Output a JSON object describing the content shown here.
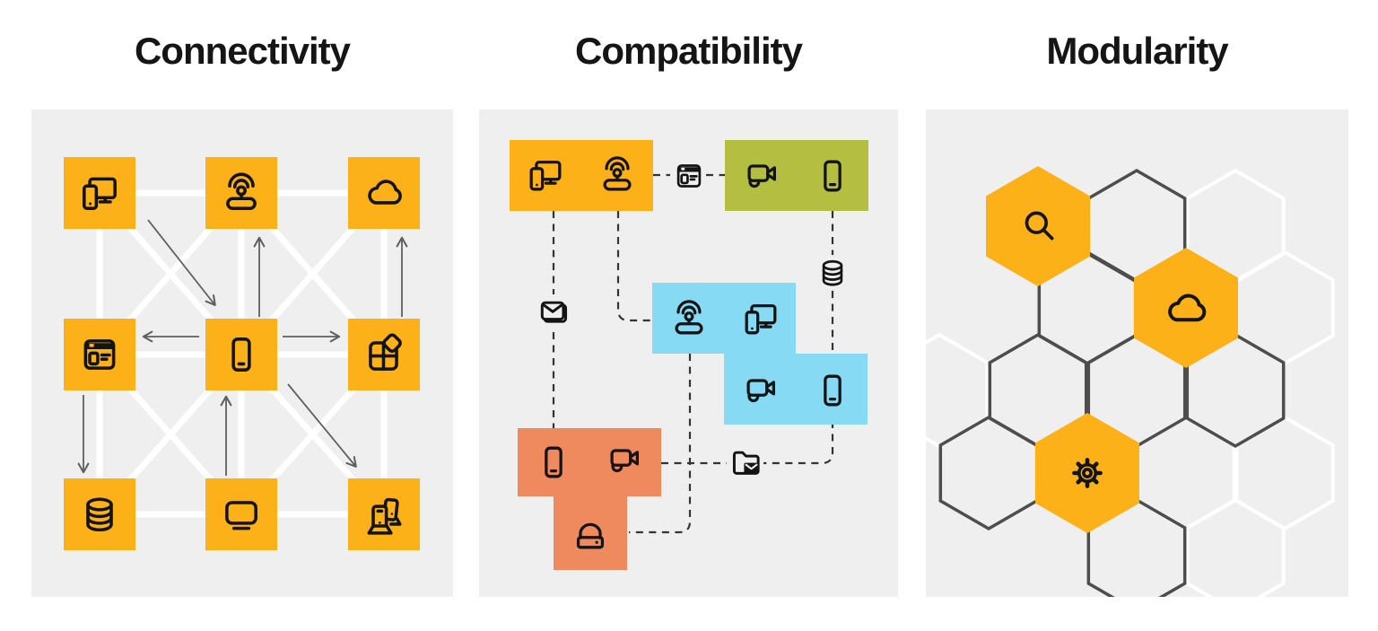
{
  "colors": {
    "page_bg": "#FFFFFF",
    "panel_bg": "#EFEFEF",
    "amber": "#FBB117",
    "green": "#B4BE41",
    "blue": "#87DAF4",
    "coral": "#EF8A5F",
    "icon": "#141414",
    "line_dark": "#5F5F5F",
    "dash": "#343434",
    "hex_dark": "#4D4D4D",
    "white": "#FFFFFF",
    "title_color": "#151515"
  },
  "panels": [
    {
      "title": "Connectivity",
      "grid_icons": [
        [
          "devices",
          "wifi-router",
          "cloud"
        ],
        [
          "browser",
          "smartphone",
          "widgets"
        ],
        [
          "database",
          "tv-screen",
          "kiosk"
        ]
      ]
    },
    {
      "title": "Compatibility",
      "blocks": [
        {
          "color": "amber",
          "icons": [
            "devices",
            "wifi-router"
          ]
        },
        {
          "color": "green",
          "icons": [
            "video-camera",
            "smartphone"
          ]
        },
        {
          "color": "blue",
          "icons": [
            "wifi-router",
            "devices"
          ]
        },
        {
          "color": "blue",
          "icons": [
            "video-camera",
            "smartphone"
          ]
        },
        {
          "color": "coral",
          "icons": [
            "smartphone",
            "video-camera",
            "hard-drive"
          ]
        }
      ],
      "connector_icons": [
        "browser",
        "envelope",
        "database",
        "folder-mail"
      ]
    },
    {
      "title": "Modularity",
      "hex_icons": [
        "search",
        "cloud",
        "gear"
      ]
    }
  ]
}
